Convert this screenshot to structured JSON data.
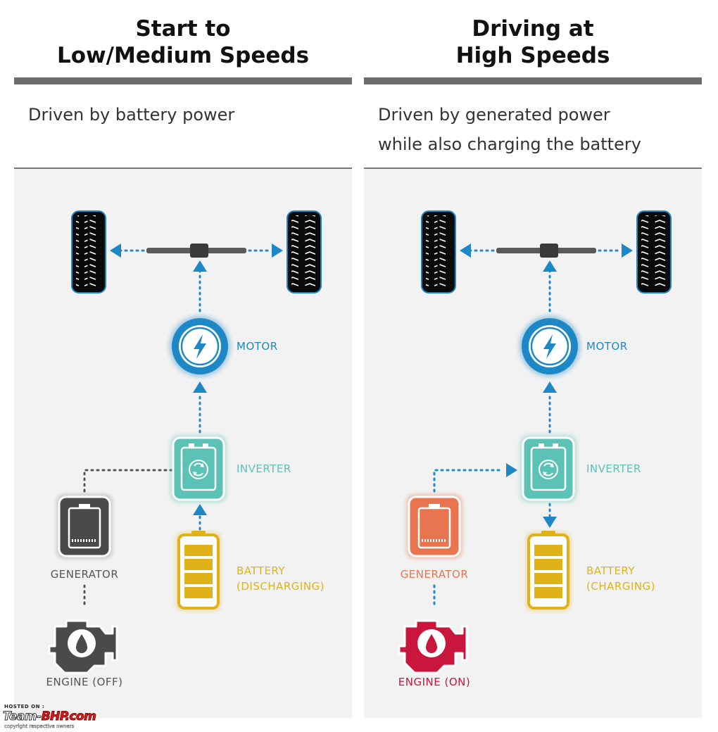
{
  "left_panel": {
    "title_line1": "Start to",
    "title_line2": "Low/Medium Speeds",
    "description_line1": "Driven by battery power",
    "description_line2": "",
    "labels": {
      "motor": "MOTOR",
      "inverter": "INVERTER",
      "generator": "GENERATOR",
      "battery_line1": "BATTERY",
      "battery_line2": "(DISCHARGING)",
      "engine": "ENGINE (OFF)"
    }
  },
  "right_panel": {
    "title_line1": "Driving at",
    "title_line2": "High Speeds",
    "description_line1": "Driven by generated power",
    "description_line2": "while also charging the battery",
    "labels": {
      "motor": "MOTOR",
      "inverter": "INVERTER",
      "generator": "GENERATOR",
      "battery_line1": "BATTERY",
      "battery_line2": "(CHARGING)",
      "engine": "ENGINE (ON)"
    }
  },
  "watermark": {
    "hosted_on": "HOSTED ON :",
    "brand_prefix": "Team-",
    "brand_name": "BHP.com",
    "copyright": "copyright respective owners"
  },
  "colors": {
    "flow_blue": "#1e88c7",
    "motor_blue": "#1e88c7",
    "inverter_teal": "#5cc2b6",
    "battery_yellow": "#e0b21a",
    "generator_inactive": "#4a4a4a",
    "generator_active": "#e87450",
    "engine_inactive": "#4a4a4a",
    "engine_active": "#c8163c",
    "inactive_link": "#555555",
    "label_grey": "#555555"
  },
  "icons": {
    "wheel": "tire-icon",
    "axle": "axle-icon",
    "motor": "lightning-bolt-icon",
    "inverter": "recycle-arrows-icon",
    "battery": "battery-icon",
    "generator": "generator-icon",
    "engine": "engine-oil-drop-icon"
  }
}
